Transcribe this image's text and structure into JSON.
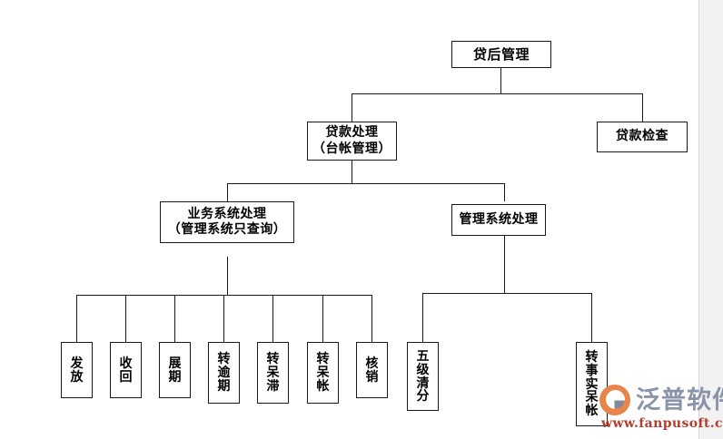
{
  "diagram": {
    "type": "org-tree",
    "title": "贷后管理",
    "nodes": {
      "root": {
        "label": "贷后管理",
        "lines": [
          "贷后管理"
        ]
      },
      "loan_processing": {
        "label": "贷款处理（台帐管理）",
        "lines": [
          "贷款处理",
          "（台帐管理）"
        ]
      },
      "loan_inspection": {
        "label": "贷款检查",
        "lines": [
          "贷款检查"
        ]
      },
      "business_system": {
        "label": "业务系统处理（管理系统只查询）",
        "lines": [
          "业务系统处理",
          "（管理系统只查询）"
        ]
      },
      "management_system": {
        "label": "管理系统处理",
        "lines": [
          "管理系统处理"
        ]
      }
    },
    "leaves_business": [
      {
        "label": "发放",
        "chars": [
          "发",
          "放"
        ]
      },
      {
        "label": "收回",
        "chars": [
          "收",
          "回"
        ]
      },
      {
        "label": "展期",
        "chars": [
          "展",
          "期"
        ]
      },
      {
        "label": "转逾期",
        "chars": [
          "转",
          "逾",
          "期"
        ]
      },
      {
        "label": "转呆滞",
        "chars": [
          "转",
          "呆",
          "滞"
        ]
      },
      {
        "label": "转呆帐",
        "chars": [
          "转",
          "呆",
          "帐"
        ]
      },
      {
        "label": "核销",
        "chars": [
          "核",
          "销"
        ]
      }
    ],
    "leaves_management": [
      {
        "label": "五级清分",
        "chars": [
          "五",
          "级",
          "清",
          "分"
        ]
      },
      {
        "label": "转事实呆帐",
        "chars": [
          "转",
          "事",
          "实",
          "呆",
          "帐"
        ]
      }
    ],
    "colors": {
      "line": "#1a1a1a",
      "box_border": "#1a1a1a",
      "box_fill": "#ffffff",
      "background": "#ffffff",
      "gutter": "#f2f2f2"
    }
  },
  "watermark": {
    "brand": "泛普软件",
    "url": "www.fanpusoft.com",
    "logo_color": "#e8854a",
    "text_color": "#8a93a8",
    "url_color": "#b23f2e"
  }
}
